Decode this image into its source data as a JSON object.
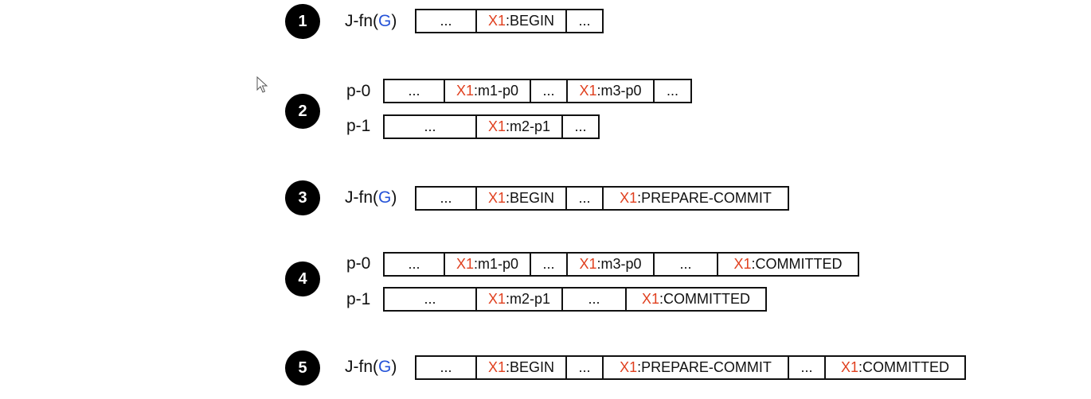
{
  "steps": [
    "1",
    "2",
    "3",
    "4",
    "5"
  ],
  "labels": {
    "jfn_prefix": "J-fn(",
    "jfn_group": "G",
    "jfn_suffix": ")",
    "p0": "p-0",
    "p1": "p-1"
  },
  "cells": {
    "ellipsis": "...",
    "tx": "X1",
    "begin": ":BEGIN",
    "m1p0": ":m1-p0",
    "m3p0": ":m3-p0",
    "m2p1": ":m2-p1",
    "prepare": ":PREPARE-COMMIT",
    "committed": ":COMMITTED"
  },
  "colors": {
    "tx": "#e0401f",
    "group": "#2553d8",
    "badge": "#000000"
  }
}
